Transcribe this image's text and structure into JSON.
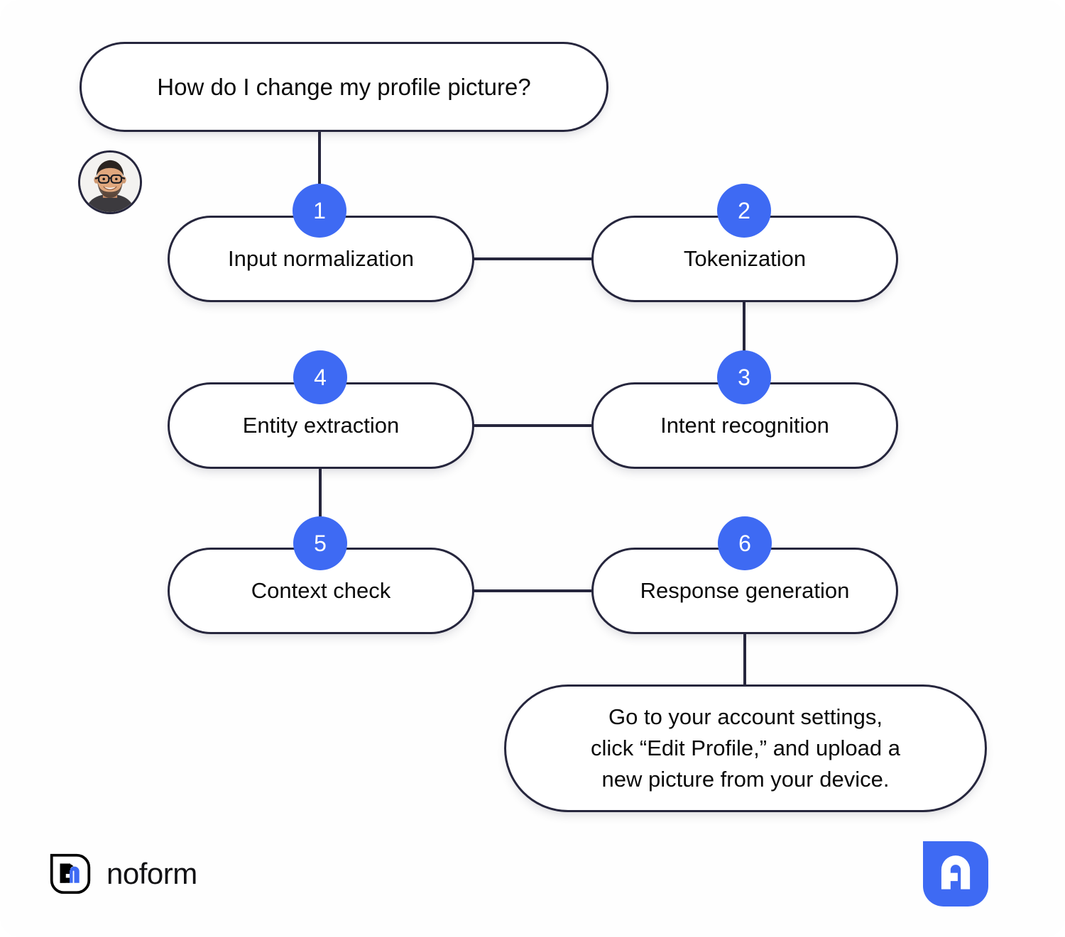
{
  "theme": {
    "accent": "#3e6af3",
    "outline": "#26263d",
    "text": "#0a0a0a",
    "surface": "#ffffff",
    "canvas": "#fefefe"
  },
  "conversation": {
    "question": "How do I change my profile picture?",
    "answer": "Go to your account settings,\nclick “Edit Profile,” and upload a\nnew picture from your device.",
    "avatar_alt": "user-avatar-photo"
  },
  "pipeline": {
    "steps": [
      {
        "number": "1",
        "label": "Input normalization"
      },
      {
        "number": "2",
        "label": "Tokenization"
      },
      {
        "number": "3",
        "label": "Intent recognition"
      },
      {
        "number": "4",
        "label": "Entity extraction"
      },
      {
        "number": "5",
        "label": "Context check"
      },
      {
        "number": "6",
        "label": "Response generation"
      }
    ]
  },
  "footer": {
    "brand_name": "noform",
    "brand_mark": "noform-logo-icon",
    "app_icon": "noform-app-icon"
  }
}
